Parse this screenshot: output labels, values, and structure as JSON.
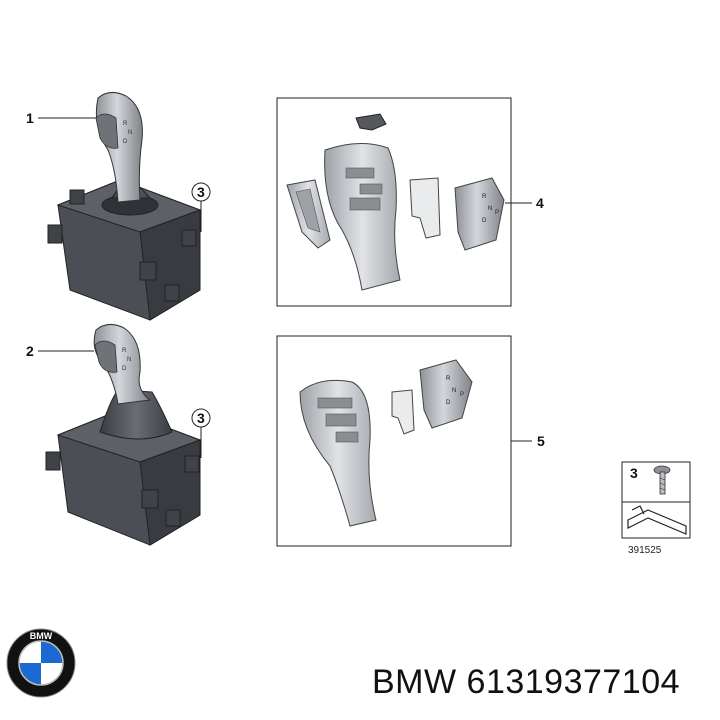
{
  "callouts": {
    "c1": "1",
    "c2": "2",
    "c3a": "3",
    "c3b": "3",
    "c4": "4",
    "c5": "5",
    "legend_num": "3"
  },
  "legend": {
    "ref_code": "391525"
  },
  "brand": {
    "logo_text": "BMW",
    "logo_icon": "bmw-roundel-icon"
  },
  "part_number": "BMW 61319377104",
  "colors": {
    "line": "#222222",
    "housing": "#4b4f55",
    "housing_dark": "#33363a",
    "knob": "#b9bcc1",
    "knob_dark": "#8d9196",
    "trim": "#cfd2d6",
    "logo_blue": "#1c69d4",
    "logo_ring": "#111111"
  }
}
